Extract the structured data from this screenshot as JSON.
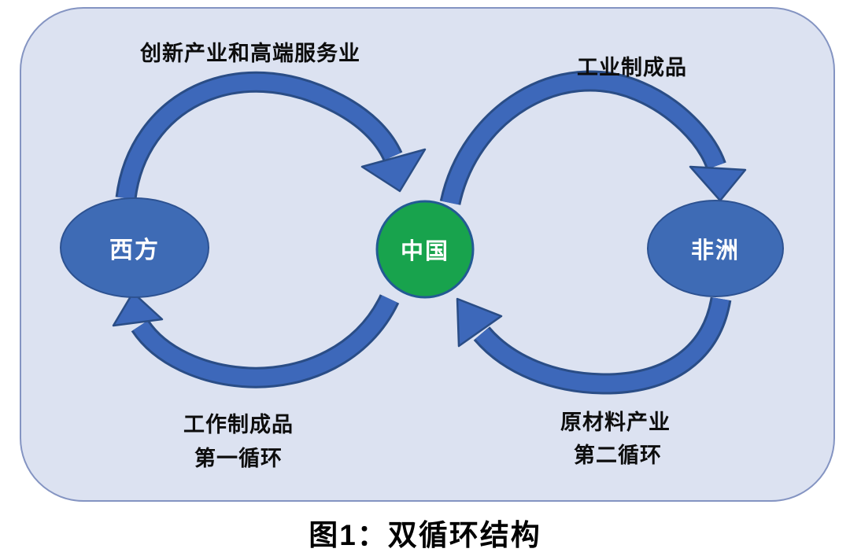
{
  "figure": {
    "caption": "图1：双循环结构"
  },
  "panel": {
    "fill_color": "#dce2f1",
    "border_color": "#8494c2"
  },
  "arrow_style": {
    "fill_color": "#3d68ba",
    "outline_color": "#2a4d86"
  },
  "nodes": {
    "west": {
      "label": "西方",
      "fill_color": "#3e6bb5",
      "border_color": "#2d5291",
      "text_color": "#ffffff"
    },
    "china": {
      "label": "中国",
      "fill_color": "#18a34d",
      "border_color": "#235a93",
      "text_color": "#ffffff"
    },
    "africa": {
      "label": "非洲",
      "fill_color": "#3e6bb5",
      "border_color": "#2d5291",
      "text_color": "#ffffff"
    }
  },
  "flows": {
    "west_to_china": {
      "from": "西方",
      "to": "中国",
      "label": "创新产业和高端服务业"
    },
    "china_to_africa": {
      "from": "中国",
      "to": "非洲",
      "label": "工业制成品"
    },
    "china_to_west": {
      "from": "中国",
      "to": "西方",
      "label": "工作制成品",
      "cycle_label": "第一循环"
    },
    "africa_to_china": {
      "from": "非洲",
      "to": "中国",
      "label": "原材料产业",
      "cycle_label": "第二循环"
    }
  }
}
